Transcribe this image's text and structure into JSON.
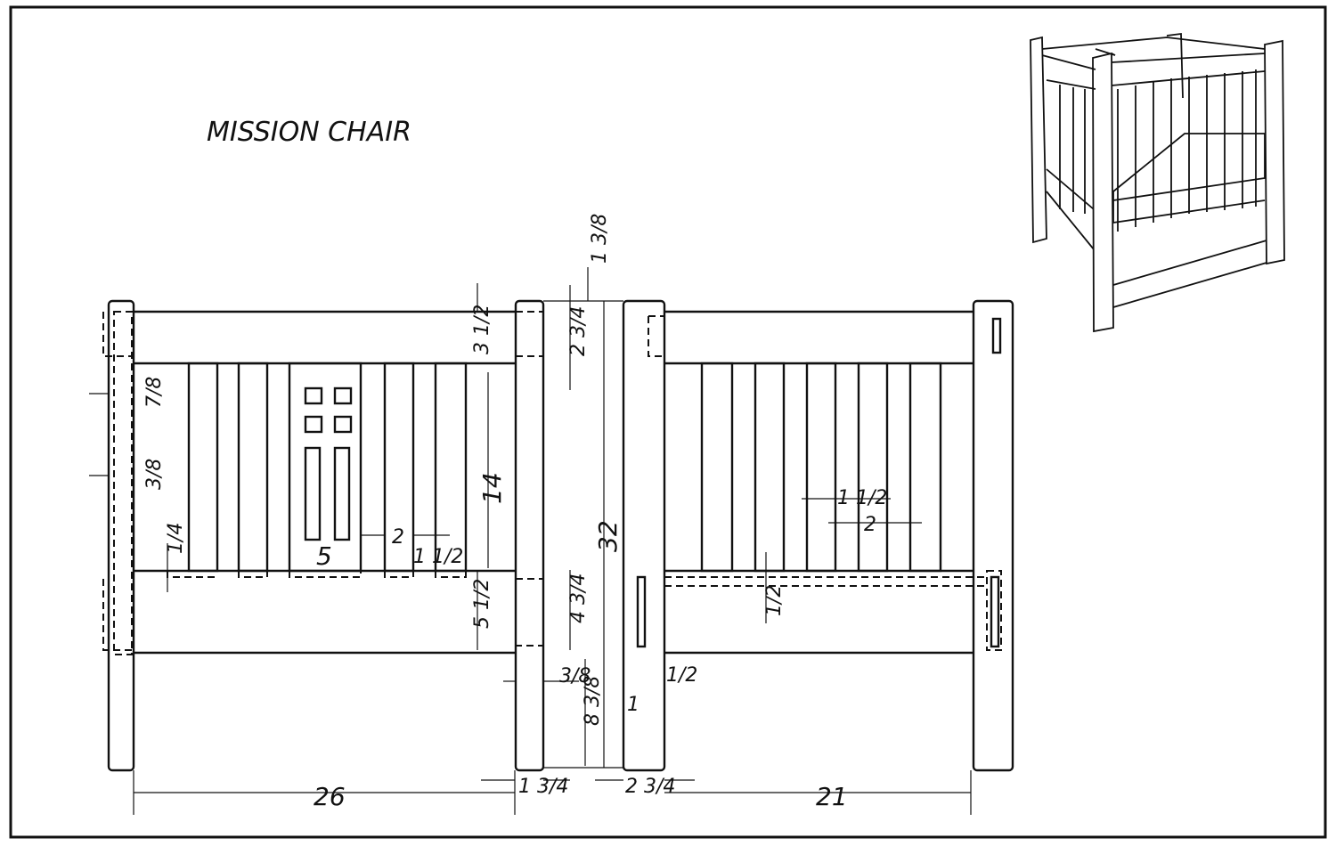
{
  "title": "MISSION CHAIR",
  "dimensions": {
    "top_rail_height": "3 1/2",
    "side_top_rail_height": "2 3/4",
    "post_top_offset": "1 3/8",
    "tenon_a": "7/8",
    "tenon_b": "3/8",
    "slat_height": "14",
    "overall_height": "32",
    "slat_width_side": "1 1/2",
    "slat_spacing_side": "2",
    "slat_tenon": "1/4",
    "wide_slat": "5",
    "slat_spacing_front": "2",
    "slat_width_front": "1 1/2",
    "bottom_rail_height": "5 1/2",
    "side_bottom_rail_height": "4 3/4",
    "side_rail_tenon": "1/2",
    "post_tenon": "3/8",
    "leg_below_rail": "8 3/8",
    "side_post_mortise": "1",
    "side_post_mortise_b": "1/2",
    "front_post_width": "1 3/4",
    "side_post_width": "2 3/4",
    "front_width": "26",
    "side_depth": "21"
  }
}
